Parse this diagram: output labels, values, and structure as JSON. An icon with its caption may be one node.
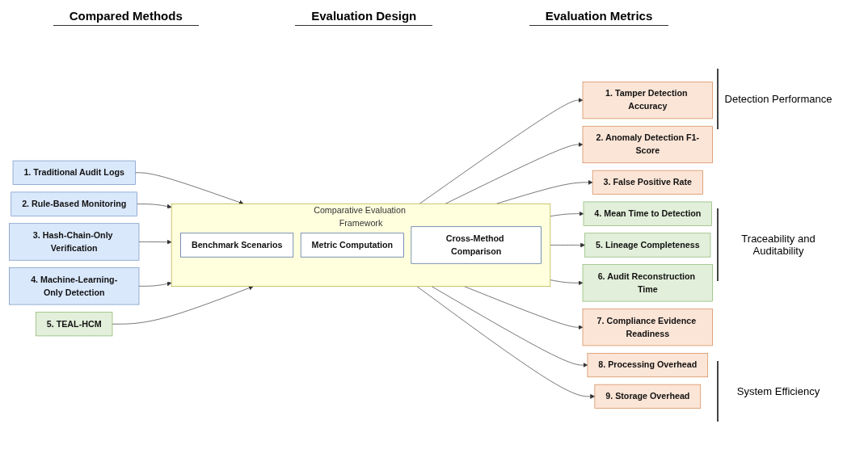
{
  "diagram": {
    "nodes": [
      {
        "text": [
          "1. Traditional Audit Logs"
        ]
      },
      {
        "text": [
          "2. Rule-Based Monitoring"
        ]
      },
      {
        "text": [
          "3. Hash-Chain-Only Verification"
        ]
      },
      {
        "text": [
          "4. Machine-Learning-Only Detection"
        ]
      },
      {
        "text": [
          "5. TEAL-HCM"
        ]
      },
      {
        "text": [
          "Comparative Evaluation Framework"
        ]
      },
      {
        "text": [
          "Benchmark Scenarios"
        ],
        "in": 5
      },
      {
        "text": [
          "Metric Computation"
        ],
        "in": 5
      },
      {
        "text": [
          "Cross-Method Comparison"
        ],
        "in": 5
      },
      {
        "text": [
          "1. Tamper Detection Accuracy"
        ]
      },
      {
        "text": [
          "2. Anomaly Detection F1-Score"
        ]
      },
      {
        "text": [
          "3. False Positive Rate"
        ]
      },
      {
        "text": [
          "4. Mean Time to Detection"
        ]
      },
      {
        "text": [
          "5. Lineage Completeness"
        ]
      },
      {
        "text": [
          "6. Audit Reconstruction Time"
        ]
      },
      {
        "text": [
          "7. Compliance Evidence Readiness"
        ]
      },
      {
        "text": [
          "8. Processing Overhead"
        ]
      },
      {
        "text": [
          "9. Storage Overhead"
        ]
      }
    ],
    "edges": [
      {
        "from": 0,
        "to": 5,
        "arrow": "to"
      },
      {
        "from": 1,
        "to": 5,
        "arrow": "to"
      },
      {
        "from": 2,
        "to": 5,
        "arrow": "to"
      },
      {
        "from": 3,
        "to": 5,
        "arrow": "to"
      },
      {
        "from": 4,
        "to": 5,
        "arrow": "to"
      },
      {
        "from": 5,
        "to": 9,
        "arrow": "to"
      },
      {
        "from": 5,
        "to": 10,
        "arrow": "to"
      },
      {
        "from": 5,
        "to": 11,
        "arrow": "to"
      },
      {
        "from": 5,
        "to": 12,
        "arrow": "to"
      },
      {
        "from": 5,
        "to": 13,
        "arrow": "to"
      },
      {
        "from": 5,
        "to": 14,
        "arrow": "to"
      },
      {
        "from": 5,
        "to": 15,
        "arrow": "to"
      },
      {
        "from": 5,
        "to": 16,
        "arrow": "to"
      },
      {
        "from": 5,
        "to": 17,
        "arrow": "to"
      }
    ],
    "labels": [
      "Compared Methods",
      "Evaluation Design",
      "Evaluation Metrics",
      "Detection Performance",
      "Traceability and Auditability",
      "System Efficiency"
    ]
  }
}
